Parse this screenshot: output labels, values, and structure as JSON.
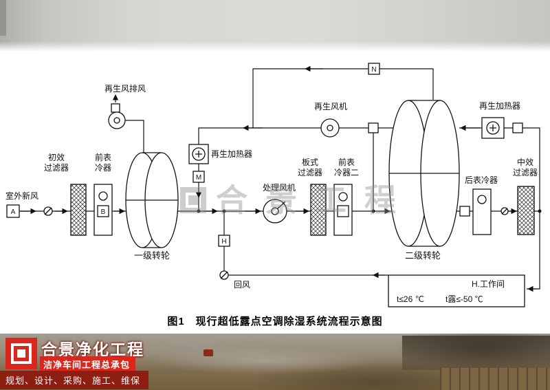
{
  "watermark": {
    "text": "合景工程"
  },
  "caption": "图1　现行超低露点空调除湿系统流程示意图",
  "diagram": {
    "outdoor_air": "室外新风",
    "primary_filter_l1": "初效",
    "primary_filter_l2": "过滤器",
    "pre_cooler1_l1": "前表",
    "pre_cooler1_l2": "冷器",
    "wheel1": "一级转轮",
    "regen_exhaust_fan": "再生风排风",
    "regen_heater1": "再生加热器",
    "process_fan": "处理风机",
    "plate_filter_l1": "板式",
    "plate_filter_l2": "过滤器",
    "pre_cooler2_l1": "前表",
    "pre_cooler2_l2": "冷器二",
    "regen_fan": "再生风机",
    "wheel2": "二级转轮",
    "regen_heater2": "再生加热器",
    "after_cooler": "后表冷器",
    "mid_filter_l1": "中效",
    "mid_filter_l2": "过滤器",
    "return_air": "回风",
    "workroom_title": "H.工作间",
    "workroom_temp": "t≤26 ℃",
    "workroom_dewpoint": "t露≤-50 ℃",
    "tag_a": "A",
    "tag_b": "B",
    "tag_m": "M",
    "tag_h": "H",
    "tag_n": "N"
  },
  "footer": {
    "company": "合景净化工程",
    "tagline": "洁净车间工程总承包",
    "services": "规划、设计、采购、施工、维保"
  },
  "colors": {
    "brand_red": "#d8281e",
    "brand_dark_red": "#8d1e12"
  }
}
